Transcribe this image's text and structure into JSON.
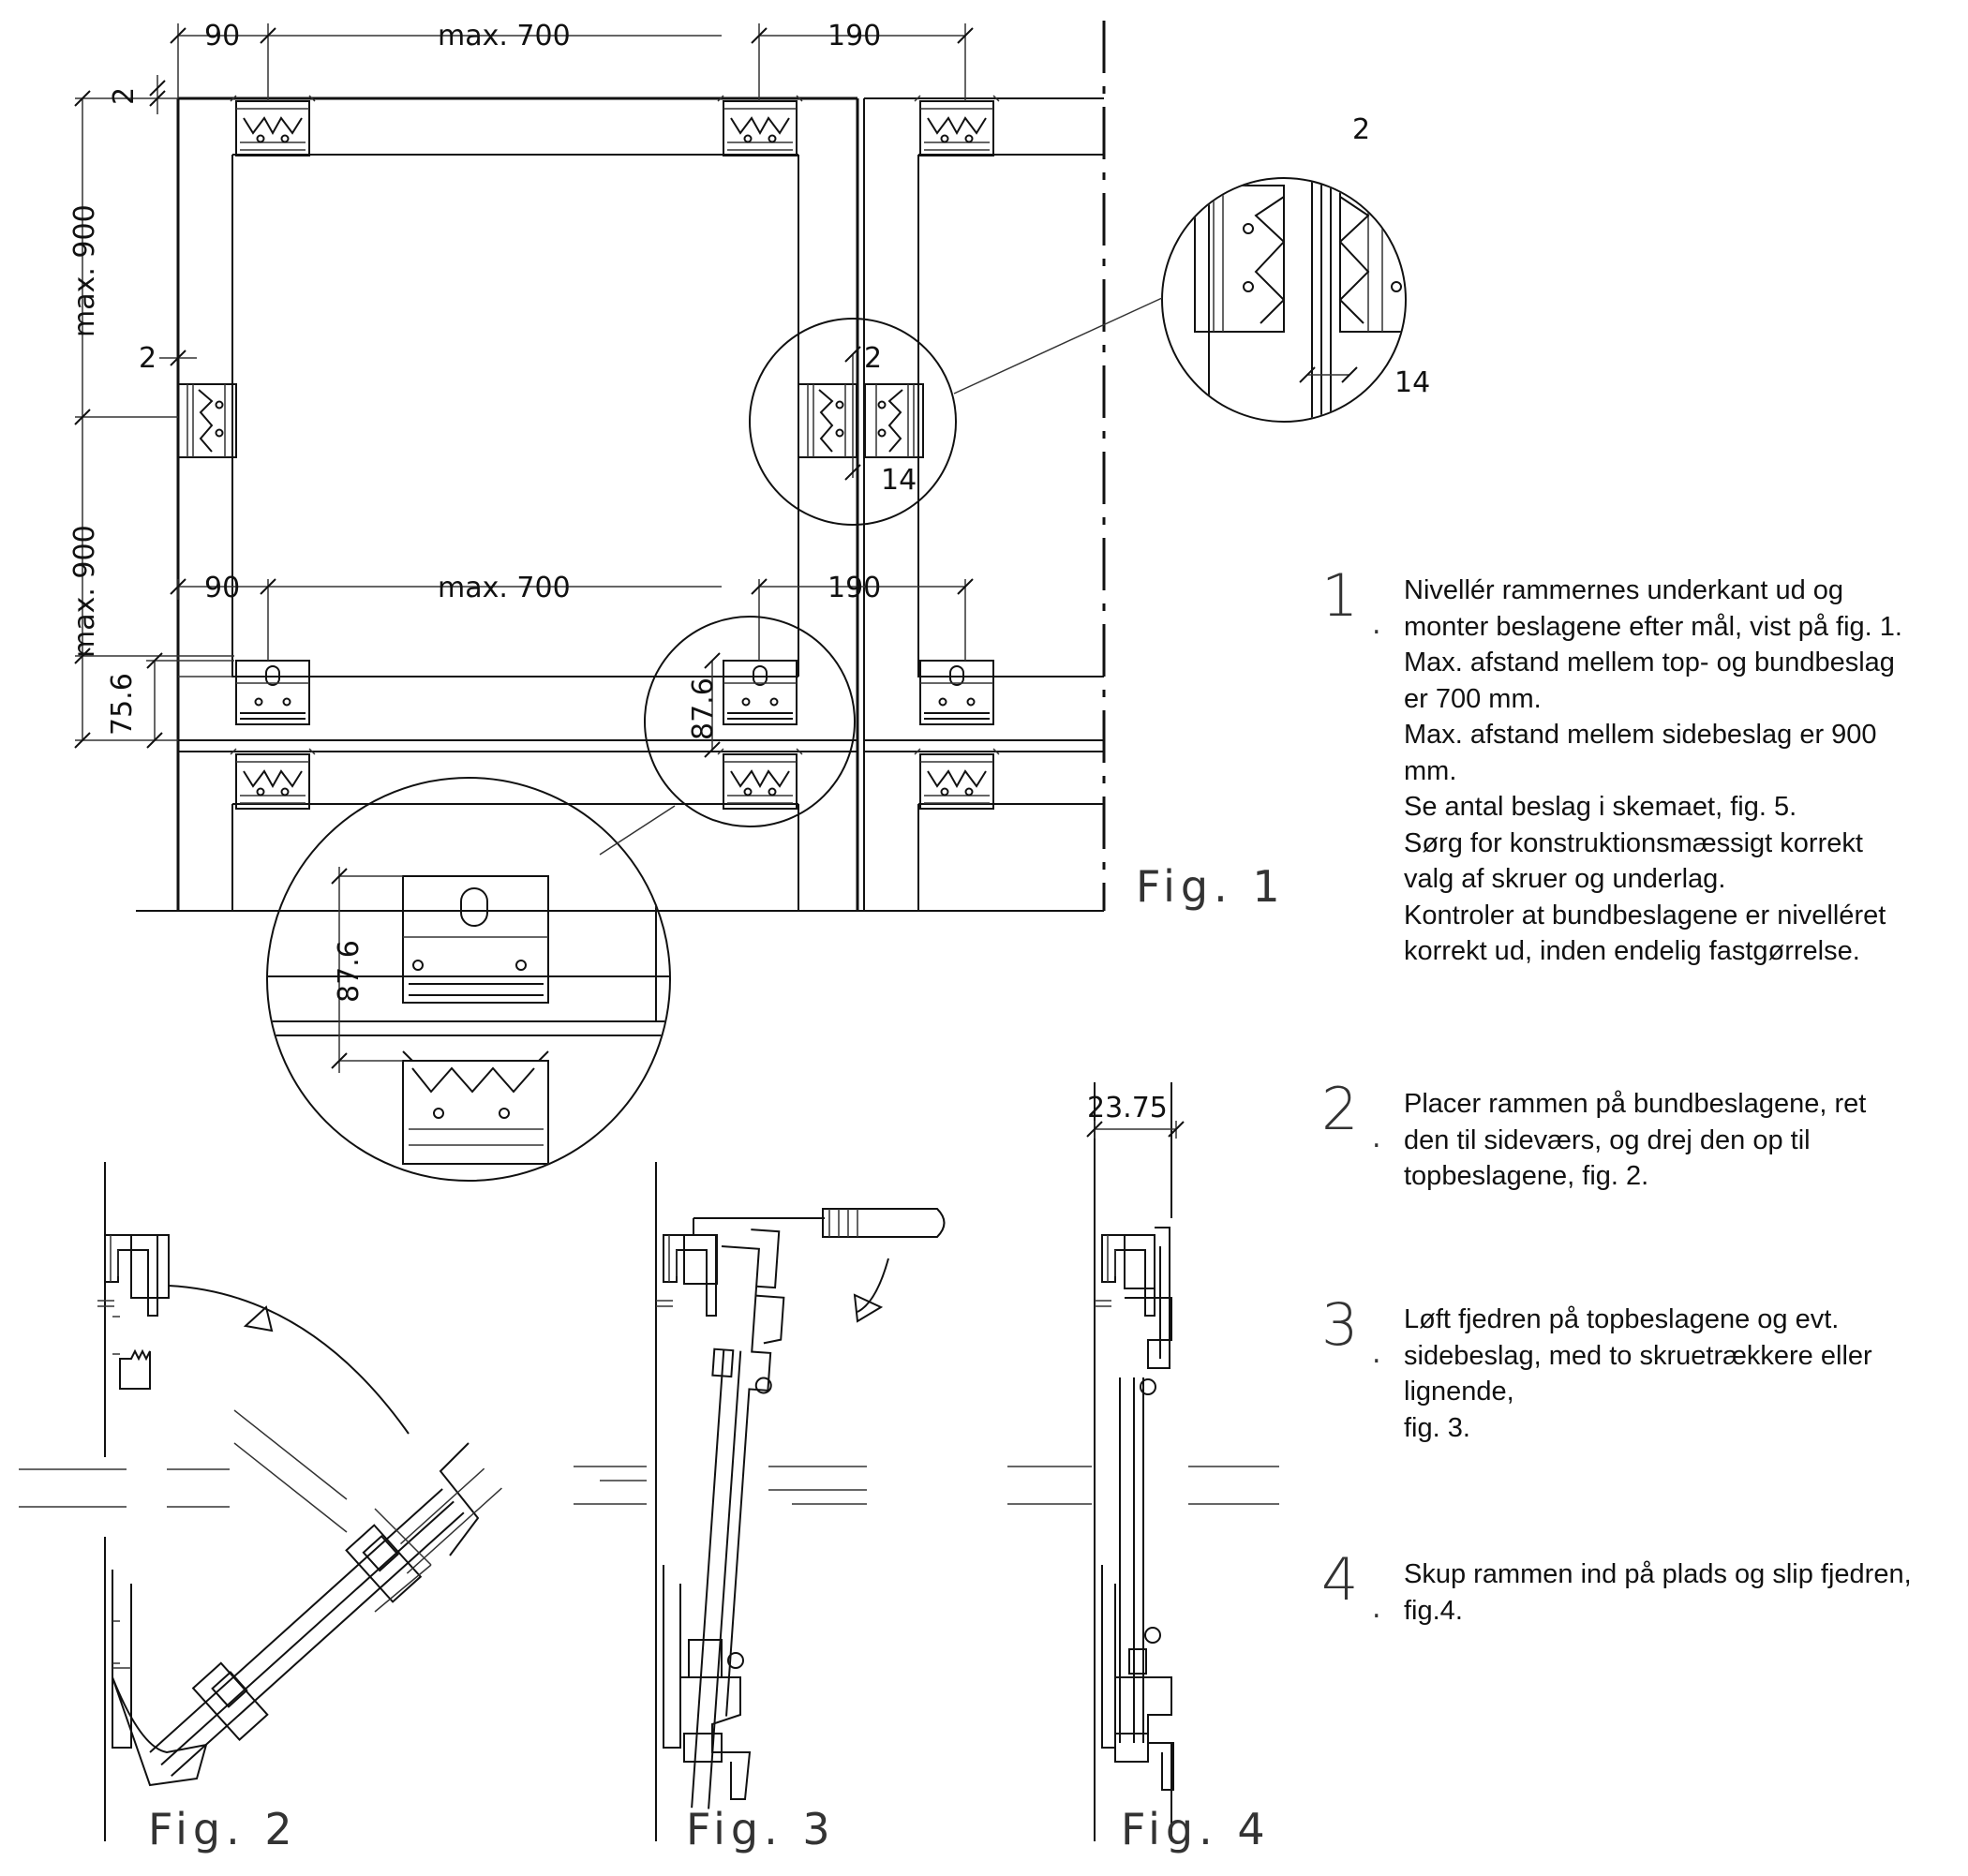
{
  "fig1": {
    "label": "Fig. 1",
    "dims": {
      "top_left": "90",
      "top_mid": "max. 700",
      "top_right": "190",
      "gap_top": "2",
      "gap_side": "2",
      "left_upper": "max. 900",
      "left_lower": "max. 900",
      "mid_left": "90",
      "mid_mid": "max. 700",
      "mid_right": "190",
      "bottom_offset": "75.6",
      "bottom_slot": "87.6",
      "side_gap": "2",
      "side_depth": "14",
      "detail_gap": "2",
      "detail_depth": "14",
      "detail_slot": "87.6"
    }
  },
  "fig2": {
    "label": "Fig. 2"
  },
  "fig3": {
    "label": "Fig. 3"
  },
  "fig4": {
    "label": "Fig. 4",
    "dim_width": "23.75"
  },
  "steps": [
    {
      "number": "1",
      "lines": [
        "Nivellér rammernes underkant ud og",
        "monter beslagene efter mål, vist på fig. 1.",
        "Max. afstand mellem top- og bundbeslag",
        "er 700 mm.",
        "Max. afstand mellem sidebeslag er 900",
        "mm.",
        "Se antal beslag i skemaet, fig. 5.",
        "Sørg for konstruktionsmæssigt korrekt",
        "valg af skruer og underlag.",
        "Kontroler at bundbeslagene er nivelléret",
        "korrekt ud, inden endelig fastgørrelse."
      ]
    },
    {
      "number": "2",
      "lines": [
        "Placer rammen på bundbeslagene, ret",
        "den til sideværs, og drej den op til",
        "topbeslagene, fig. 2."
      ]
    },
    {
      "number": "3",
      "lines": [
        "Løft fjedren på topbeslagene og evt.",
        "sidebeslag, med to skruetrækkere eller",
        "lignende,",
        "fig. 3."
      ]
    },
    {
      "number": "4",
      "lines": [
        "Skup rammen ind på plads og slip fjedren,",
        "fig.4."
      ]
    }
  ]
}
